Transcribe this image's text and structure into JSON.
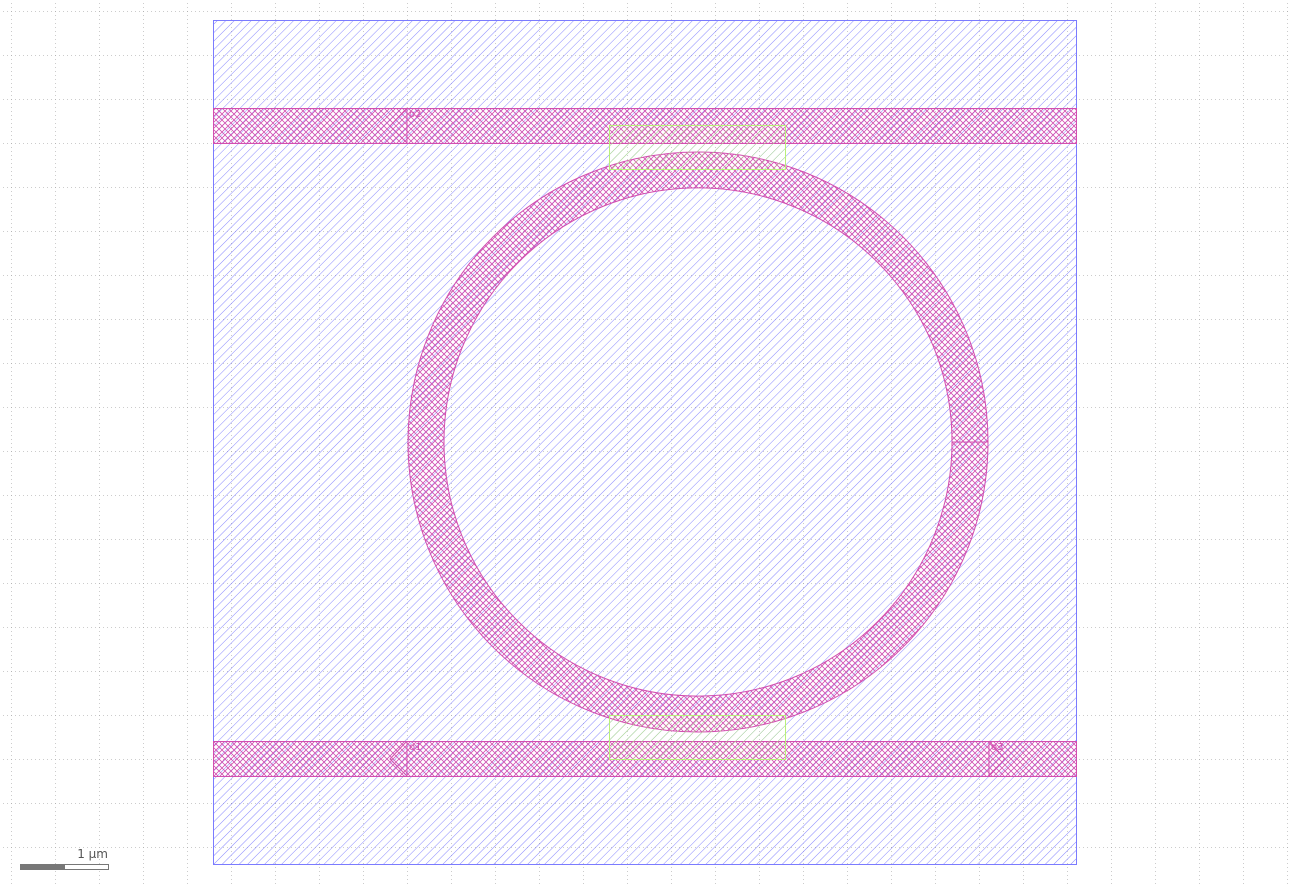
{
  "colors": {
    "background": "#ffffff",
    "grid_dot": "#9a9a9a",
    "cladding": "#7b7bff",
    "waveguide": "#d24fb0",
    "heater": "#b8f07a",
    "scale_bar_dark": "#777777",
    "scale_bar_text": "#555555"
  },
  "layers": [
    {
      "name": "cladding",
      "color": "#7b7bff",
      "hatch": "diagonal"
    },
    {
      "name": "waveguide",
      "color": "#d24fb0",
      "hatch": "cross"
    },
    {
      "name": "heater",
      "color": "#b8f07a",
      "hatch": "diagonal"
    }
  ],
  "ports": {
    "top_left": "o2",
    "bottom_left": "o1",
    "bottom_right": "o3",
    "ring_right": ""
  },
  "scale_bar": {
    "label": "1 μm",
    "length_um": 1
  }
}
